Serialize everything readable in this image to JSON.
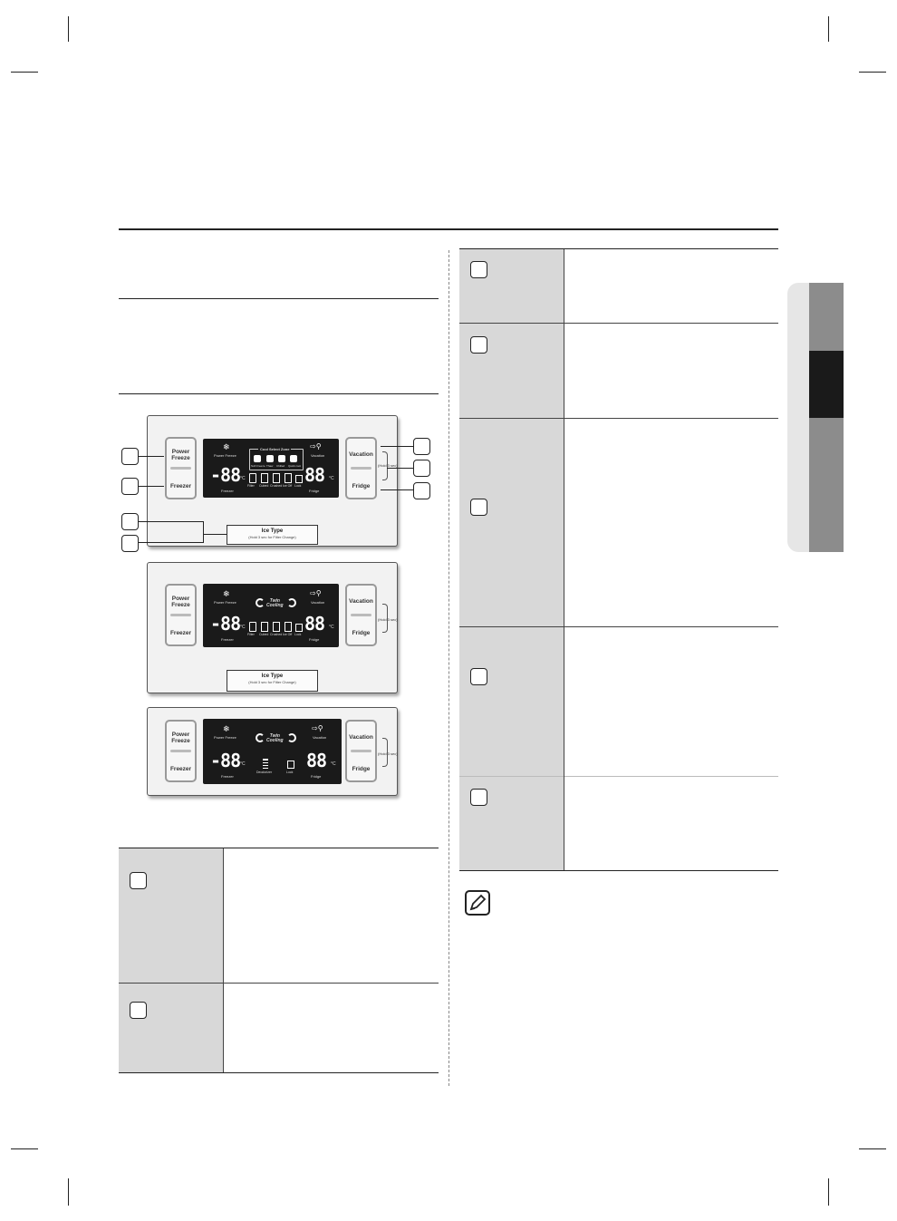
{
  "panel1": {
    "left_buttons": [
      "Power\nFreeze",
      "Freezer"
    ],
    "right_buttons": [
      "Vacation",
      "Fridge"
    ],
    "lcd": {
      "power_freeze": "Power Freeze",
      "cool_select_zone": "Cool Select Zone",
      "zone_modes": [
        "Soft Freeze",
        "Thaw",
        "Chilled",
        "Quick cool"
      ],
      "vacation": "Vacation",
      "freezer_digits": "-88",
      "fridge_digits": "88",
      "unit": "°C",
      "freezer": "Freezer",
      "fridge": "Fridge",
      "status": [
        "Filter",
        "Cubed",
        "Crushed",
        "Ice Off",
        "Lock"
      ]
    },
    "ice_type": "Ice Type",
    "ice_sub": "(Hold 3 sec for Filter Change)",
    "hold_sec": "(Hold 3 sec)"
  },
  "panel2": {
    "left_buttons": [
      "Power\nFreeze",
      "Freezer"
    ],
    "right_buttons": [
      "Vacation",
      "Fridge"
    ],
    "lcd": {
      "power_freeze": "Power Freeze",
      "twin_cooling": "Twin\nCooling",
      "vacation": "Vacation",
      "freezer_digits": "-88",
      "fridge_digits": "88",
      "unit": "°C",
      "freezer": "Freezer",
      "fridge": "Fridge",
      "status": [
        "Filter",
        "Cubed",
        "Crushed",
        "Ice Off",
        "Lock"
      ]
    },
    "ice_type": "Ice Type",
    "ice_sub": "(Hold 3 sec for Filter Change)",
    "hold_sec": "(Hold 3 sec)"
  },
  "panel3": {
    "left_buttons": [
      "Power\nFreeze",
      "Freezer"
    ],
    "right_buttons": [
      "Vacation",
      "Fridge"
    ],
    "lcd": {
      "power_freeze": "Power Freeze",
      "twin_cooling": "Twin\nCooling",
      "vacation": "Vacation",
      "freezer_digits": "-88",
      "fridge_digits": "88",
      "unit": "°C",
      "freezer": "Freezer",
      "fridge": "Fridge",
      "status": [
        "Deodorizer",
        "Lock"
      ]
    },
    "hold_sec": "(Hold 3 sec)"
  },
  "colors": {
    "cell_gray": "#d8d8d8",
    "tab_light": "#e6e6e6",
    "tab_mid": "#8c8c8c",
    "tab_dark": "#1a1a1a"
  },
  "icons": {
    "note": "note-pencil-icon"
  }
}
